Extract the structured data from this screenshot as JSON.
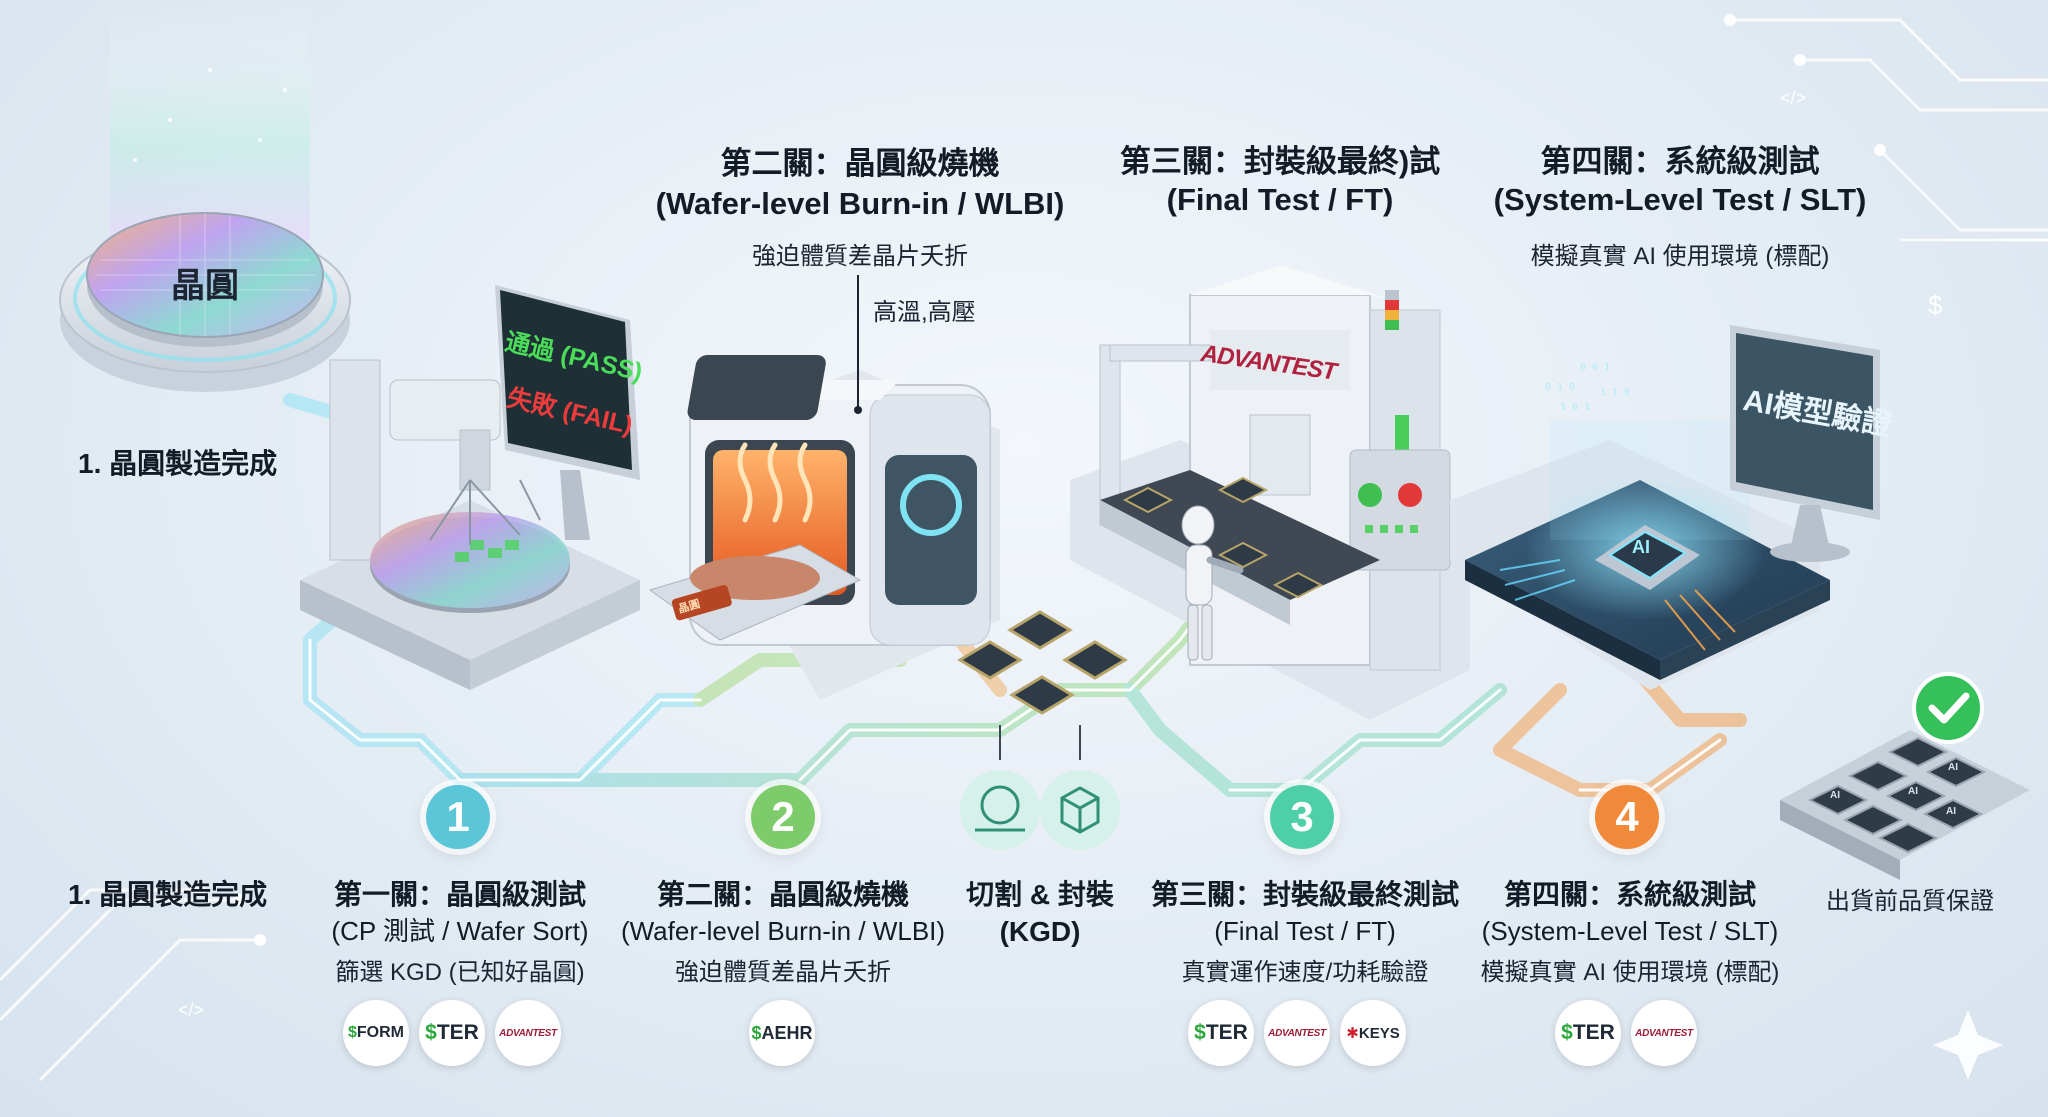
{
  "wafer_label": "晶圓",
  "top_labels": {
    "wafer_done": "1. 晶圓製造完成",
    "stage2_title": "第二關：晶圓級燒機",
    "stage2_sub": "(Wafer-level Burn-in / WLBI)",
    "stage2_desc": "強迫體質差晶片夭折",
    "stage2_callout": "高溫,高壓",
    "stage3_title": "第三關：封裝級最終)試",
    "stage3_sub": "(Final Test / FT)",
    "stage4_title": "第四關：系統級測試",
    "stage4_sub": "(System-Level Test / SLT)",
    "stage4_desc": "模擬真實 AI 使用環境 (標配)"
  },
  "monitor": {
    "pass": "通過 (PASS)",
    "fail": "失敗 (FAIL)"
  },
  "oven_tag": "晶圓",
  "advantest_sign": "ADVANTEST",
  "ai_monitor": "AI模型驗證",
  "ai_chip": "AI",
  "bottom": {
    "step0": "1. 晶圓製造完成",
    "step1_title": "第一關：晶圓級測試",
    "step1_sub": "(CP 測試 / Wafer Sort)",
    "step1_desc": "篩選 KGD (已知好晶圓)",
    "step2_title": "第二關：晶圓級燒機",
    "step2_sub": "(Wafer-level Burn-in / WLBI)",
    "step2_desc": "強迫體質差晶片夭折",
    "cut_title": "切割 & 封裝",
    "cut_sub": "(KGD)",
    "step3_title": "第三關：封裝級最終測試",
    "step3_sub": "(Final Test / FT)",
    "step3_desc": "真實運作速度/功耗驗證",
    "step4_title": "第四關：系統級測試",
    "step4_sub": "(System-Level Test / SLT)",
    "step4_desc": "模擬真實 AI 使用環境 (標配)",
    "final": "出貨前品質保證"
  },
  "badges": [
    "1",
    "2",
    "3",
    "4"
  ],
  "badge_colors": [
    "#5cc6d9",
    "#7dcb6b",
    "#4fcfa8",
    "#f0893a"
  ],
  "logos": {
    "step1": [
      {
        "icon": "$",
        "text": "FORM",
        "kind": "form"
      },
      {
        "icon": "$",
        "text": "TER",
        "kind": "ter"
      },
      {
        "text": "ADVANTEST",
        "kind": "adv"
      }
    ],
    "step2": [
      {
        "icon": "$",
        "text": "AEHR",
        "kind": "aehr"
      }
    ],
    "step3": [
      {
        "icon": "$",
        "text": "TER",
        "kind": "ter"
      },
      {
        "text": "ADVANTEST",
        "kind": "adv"
      },
      {
        "icon": "✱",
        "text": "KEYS",
        "kind": "keys"
      }
    ],
    "step4": [
      {
        "icon": "$",
        "text": "TER",
        "kind": "ter"
      },
      {
        "text": "ADVANTEST",
        "kind": "adv"
      }
    ]
  },
  "chip_label": "AI",
  "decor_codes": [
    "</>",
    "$",
    "</>"
  ]
}
